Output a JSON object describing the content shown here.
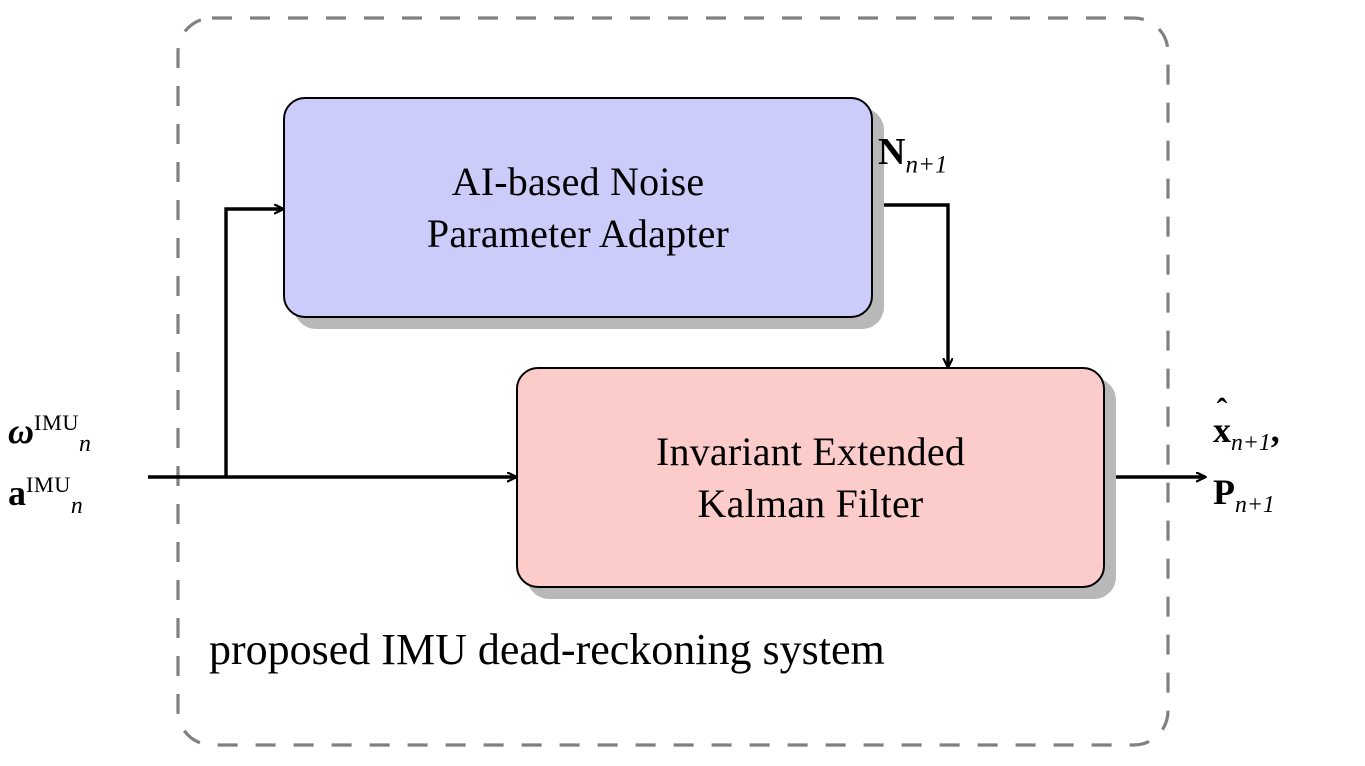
{
  "diagram": {
    "caption": "proposed IMU dead-reckoning system",
    "container": {
      "name": "proposed IMU dead-reckoning system",
      "border_style": "dashed",
      "border_color": "#808080"
    },
    "nodes": [
      {
        "id": "adapter",
        "line1": "AI-based Noise",
        "line2": "Parameter Adapter",
        "fill": "#ccccfb",
        "stroke": "#000000"
      },
      {
        "id": "iekf",
        "line1": "Invariant Extended",
        "line2": "Kalman Filter",
        "fill": "#fcccca",
        "stroke": "#000000"
      }
    ],
    "signals": {
      "input": {
        "gyro": {
          "symbol": "ω",
          "superscript": "IMU",
          "subscript": "n"
        },
        "accel": {
          "symbol": "a",
          "superscript": "IMU",
          "subscript": "n"
        }
      },
      "noise": {
        "symbol": "N",
        "subscript": "n+1"
      },
      "output": {
        "state": {
          "symbol": "x",
          "accent": "hat",
          "subscript": "n+1",
          "trailing": ","
        },
        "covariance": {
          "symbol": "P",
          "subscript": "n+1"
        }
      }
    },
    "edges": [
      {
        "from": "imu-input",
        "to": "adapter",
        "label": ""
      },
      {
        "from": "imu-input",
        "to": "iekf",
        "label": ""
      },
      {
        "from": "adapter",
        "to": "iekf",
        "label": "N_{n+1}"
      },
      {
        "from": "iekf",
        "to": "output",
        "label": ""
      }
    ]
  }
}
